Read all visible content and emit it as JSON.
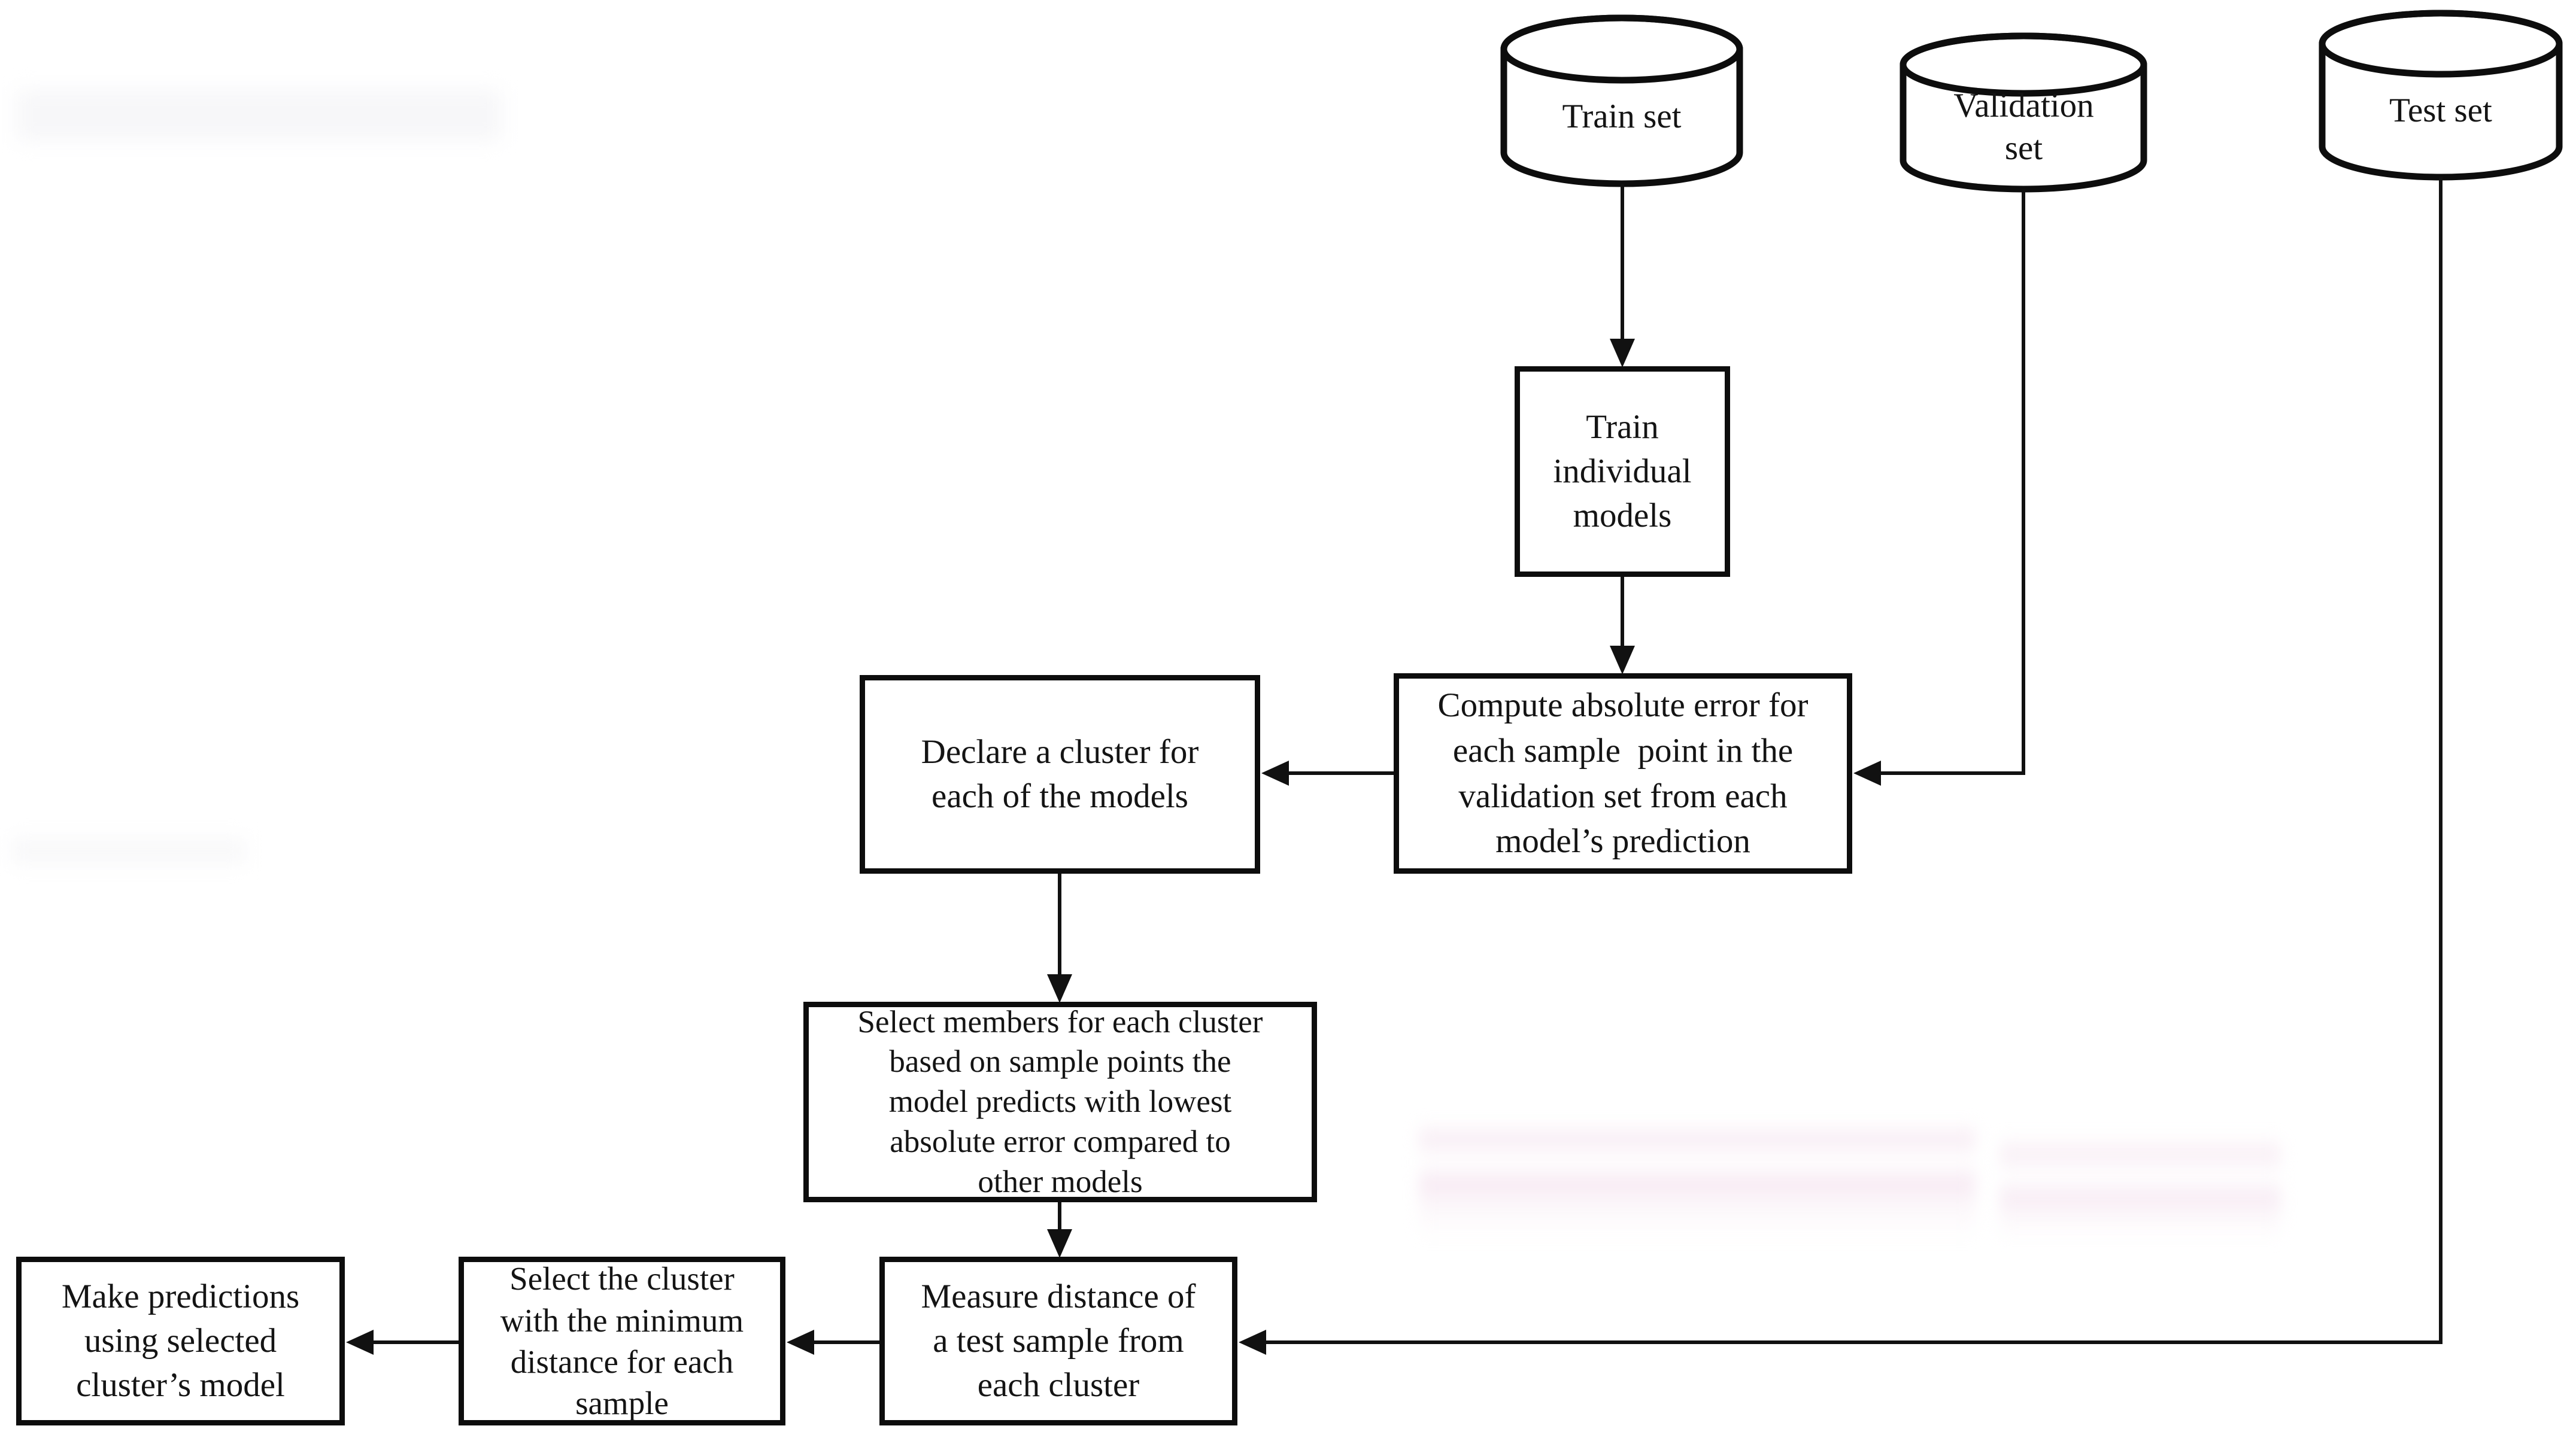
{
  "diagram": {
    "background_color": "#ffffff",
    "stroke_color": "#0d0d0d",
    "artifact_pink_color": "#f3e1ec",
    "datastores": {
      "train": {
        "label": "Train set"
      },
      "validation": {
        "label": "Validation\nset"
      },
      "test": {
        "label": "Test set"
      }
    },
    "steps": {
      "train_models": {
        "label": "Train\nindividual\nmodels"
      },
      "compute_error": {
        "label": "Compute absolute error for\neach sample  point in the\nvalidation set from each\nmodel’s prediction"
      },
      "declare_cluster": {
        "label": "Declare a cluster for\neach of the models"
      },
      "select_members": {
        "label": "Select members for each cluster\nbased on sample points the\nmodel predicts with lowest\nabsolute error compared to\nother models"
      },
      "measure_distance": {
        "label": "Measure distance of\na test sample from\neach cluster"
      },
      "select_cluster": {
        "label": "Select the cluster\nwith the minimum\ndistance for each\nsample"
      },
      "make_predictions": {
        "label": "Make predictions\nusing selected\ncluster’s model"
      }
    }
  }
}
